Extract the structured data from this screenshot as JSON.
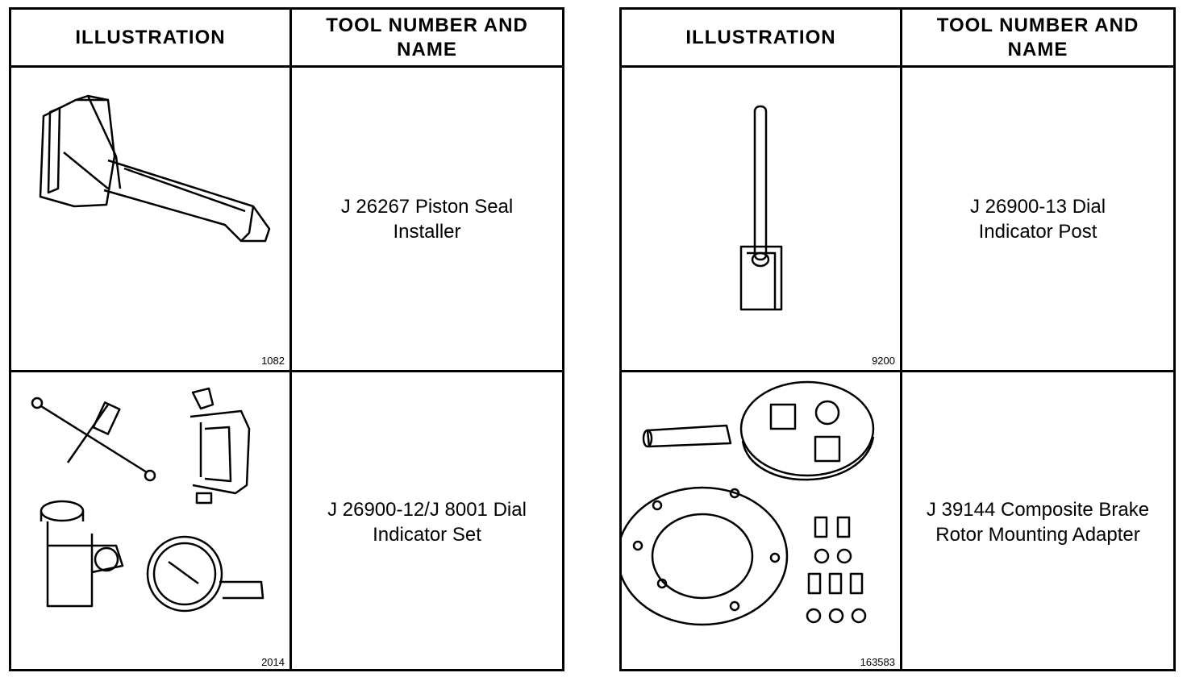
{
  "tables": [
    {
      "header": {
        "illustration": "ILLUSTRATION",
        "tool": "TOOL NUMBER AND\nNAME"
      },
      "rows": [
        {
          "name": "J 26267 Piston Seal\nInstaller",
          "figure": "1082",
          "icon": "piston-seal-installer-icon"
        },
        {
          "name": "J 26900-12/J  8001 Dial\nIndicator Set",
          "figure": "2014",
          "icon": "dial-indicator-set-icon"
        }
      ]
    },
    {
      "header": {
        "illustration": "ILLUSTRATION",
        "tool": "TOOL NUMBER AND\nNAME"
      },
      "rows": [
        {
          "name": "J 26900-13 Dial\nIndicator Post",
          "figure": "9200",
          "icon": "dial-indicator-post-icon"
        },
        {
          "name": "J 39144 Composite Brake\nRotor Mounting Adapter",
          "figure": "163583",
          "icon": "rotor-mounting-adapter-icon"
        }
      ]
    }
  ]
}
